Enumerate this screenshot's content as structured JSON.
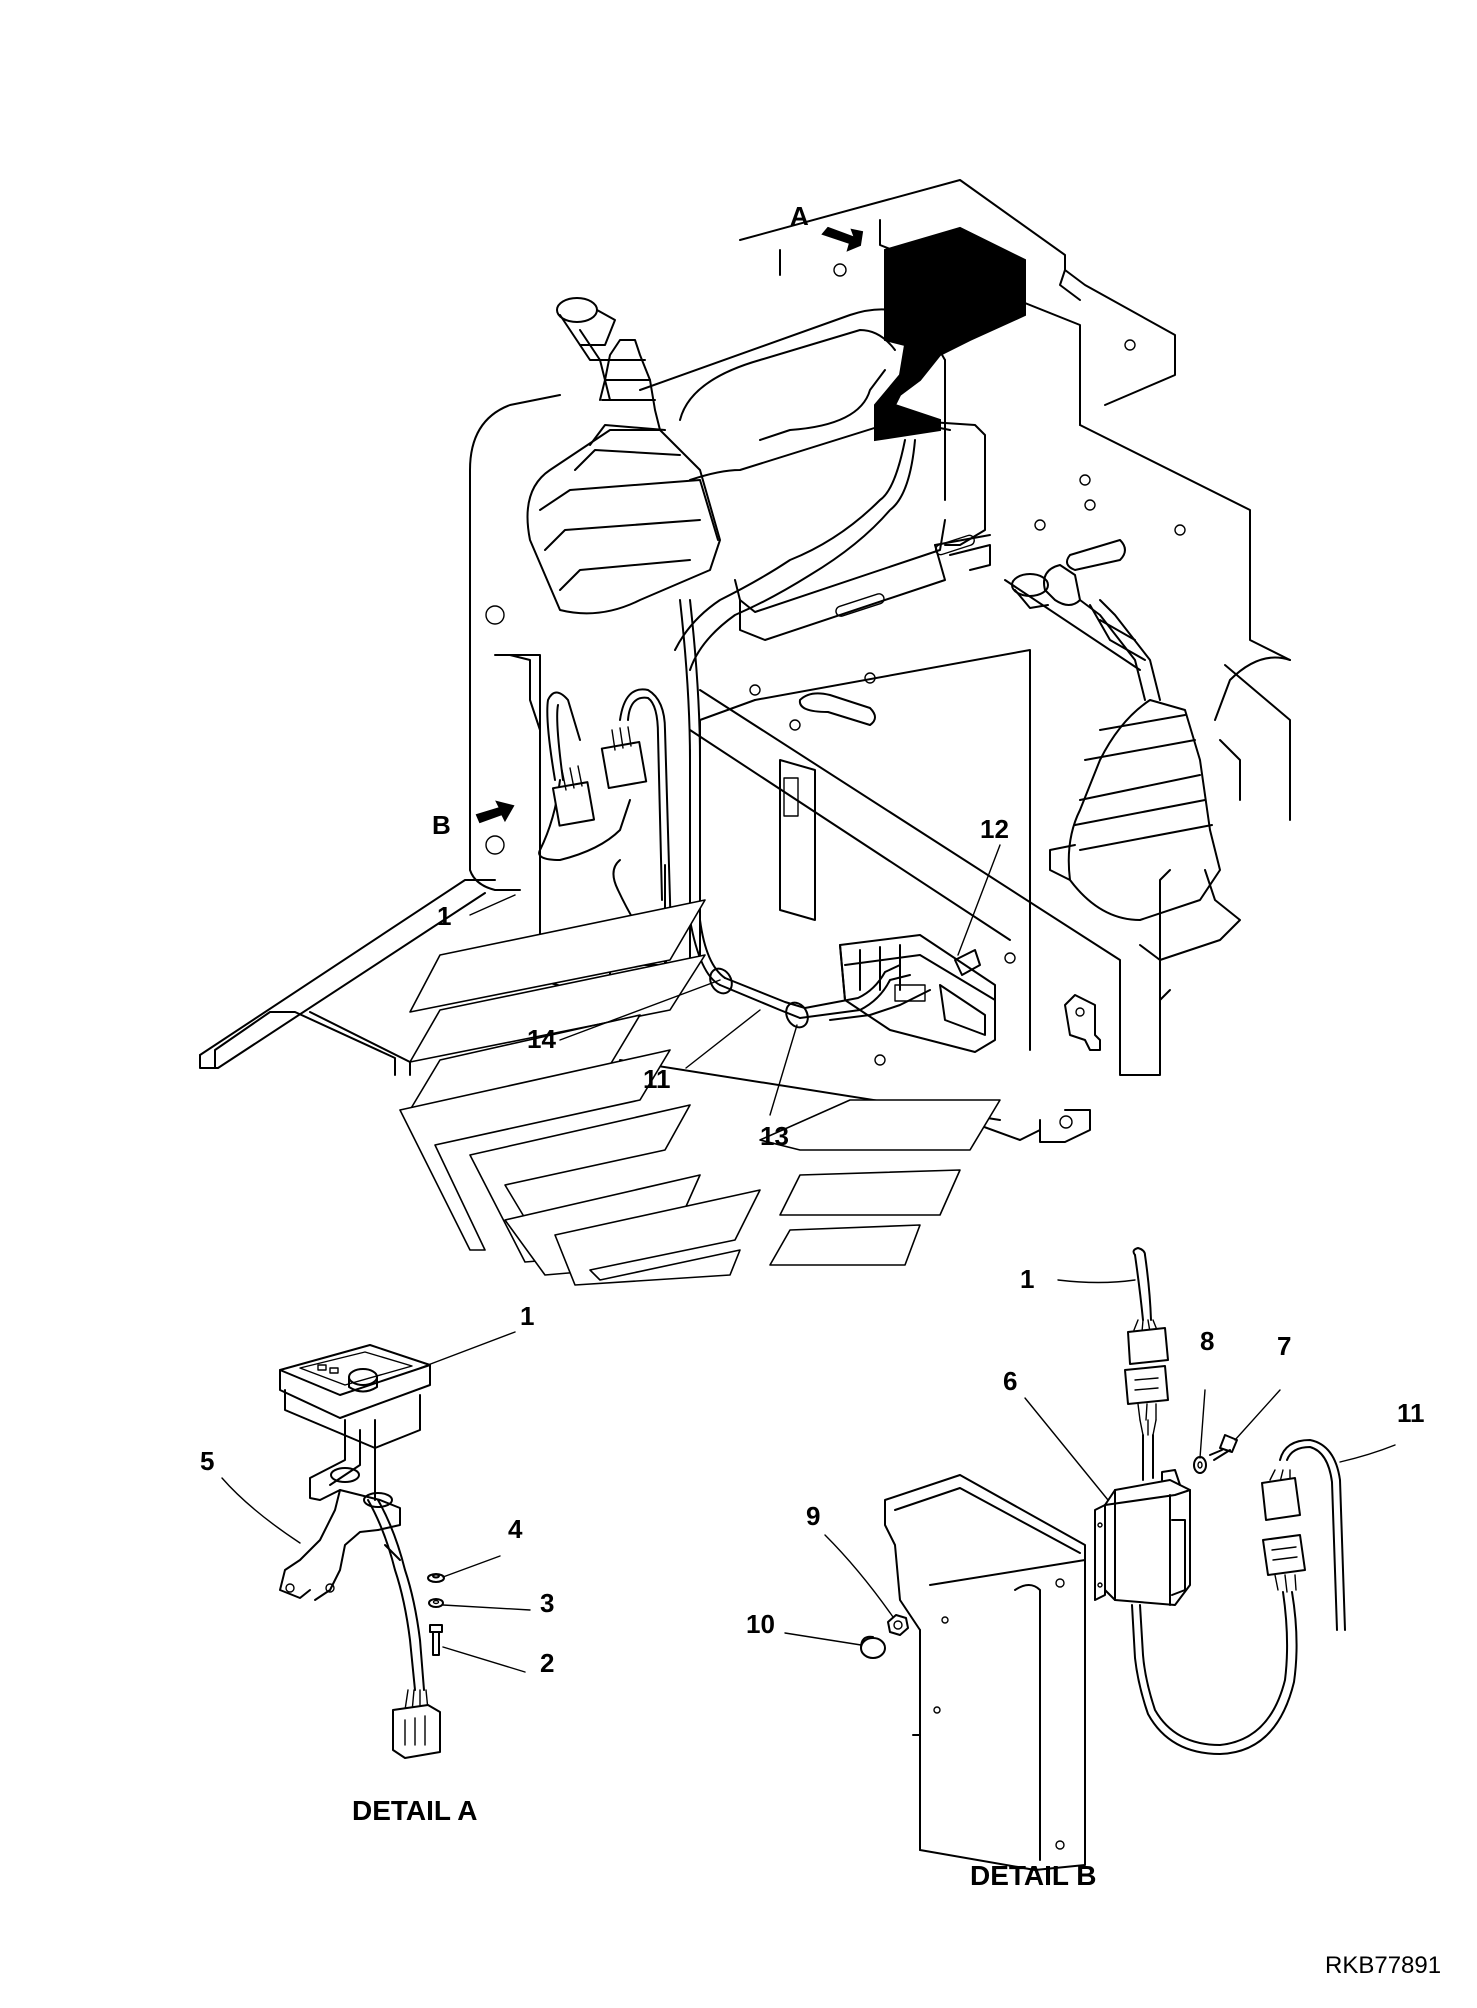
{
  "labels": {
    "view_a": "A",
    "view_b": "B",
    "main": {
      "c1": "1",
      "c11": "11",
      "c12": "12",
      "c13": "13",
      "c14": "14"
    },
    "detail_a": {
      "c1": "1",
      "c2": "2",
      "c3": "3",
      "c4": "4",
      "c5": "5"
    },
    "detail_b": {
      "c1": "1",
      "c6": "6",
      "c7": "7",
      "c8": "8",
      "c9": "9",
      "c10": "10",
      "c11": "11"
    }
  },
  "captions": {
    "detail_a": "DETAIL A",
    "detail_b": "DETAIL B"
  },
  "drawing_code": "RKB77891"
}
